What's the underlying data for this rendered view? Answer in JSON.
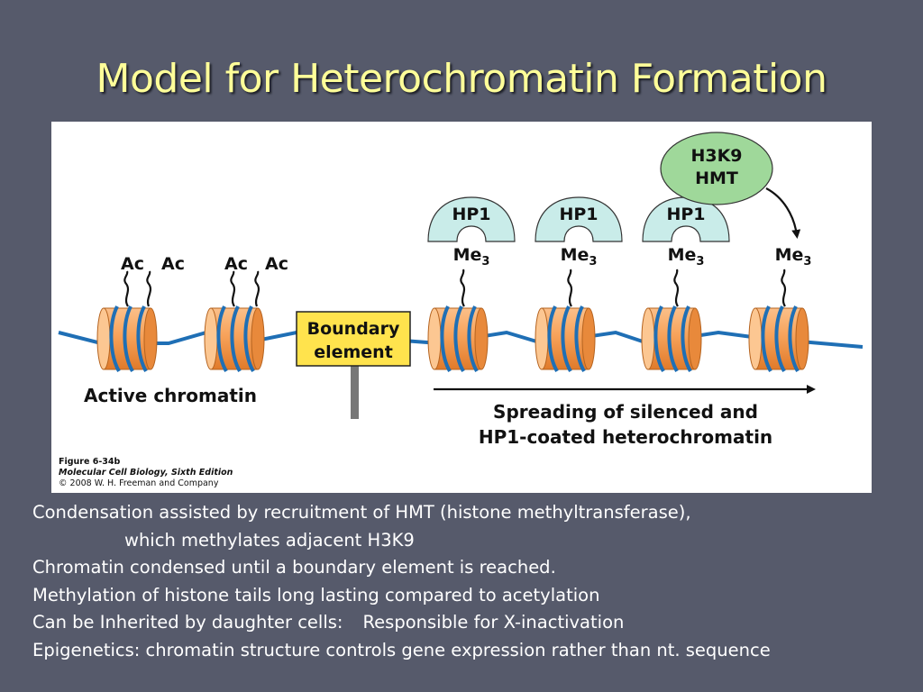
{
  "slide": {
    "title": "Model for Heterochromatin Formation"
  },
  "diagram": {
    "ac_label": "Ac",
    "boundary_line1": "Boundary",
    "boundary_line2": "element",
    "active_label": "Active chromatin",
    "hp1_label": "HP1",
    "hmt_line1": "H3K9",
    "hmt_line2": "HMT",
    "me_label": "Me",
    "me_subscript": "3",
    "spreading_line1": "Spreading of silenced and",
    "spreading_line2": "HP1-coated heterochromatin",
    "colors": {
      "dna": "#1f6fb5",
      "nucleosome": "#f7a25a",
      "boundary_fill": "#ffe34d",
      "hp1_fill": "#c9ece9",
      "hmt_fill": "#9fd89a"
    }
  },
  "caption": {
    "figure_number": "Figure 6-34b",
    "book": "Molecular Cell Biology, Sixth Edition",
    "copyright": "© 2008 W. H. Freeman and Company"
  },
  "body": {
    "line1": "Condensation assisted by recruitment of HMT (histone methyltransferase),",
    "line2": "which methylates adjacent H3K9",
    "line3": "Chromatin condensed until a boundary element is reached.",
    "line4": "Methylation of histone tails long lasting compared to acetylation",
    "line5a": "Can be Inherited by daughter cells:",
    "line5b": "Responsible for X-inactivation",
    "line6": "Epigenetics: chromatin structure controls gene expression rather than nt. sequence"
  }
}
